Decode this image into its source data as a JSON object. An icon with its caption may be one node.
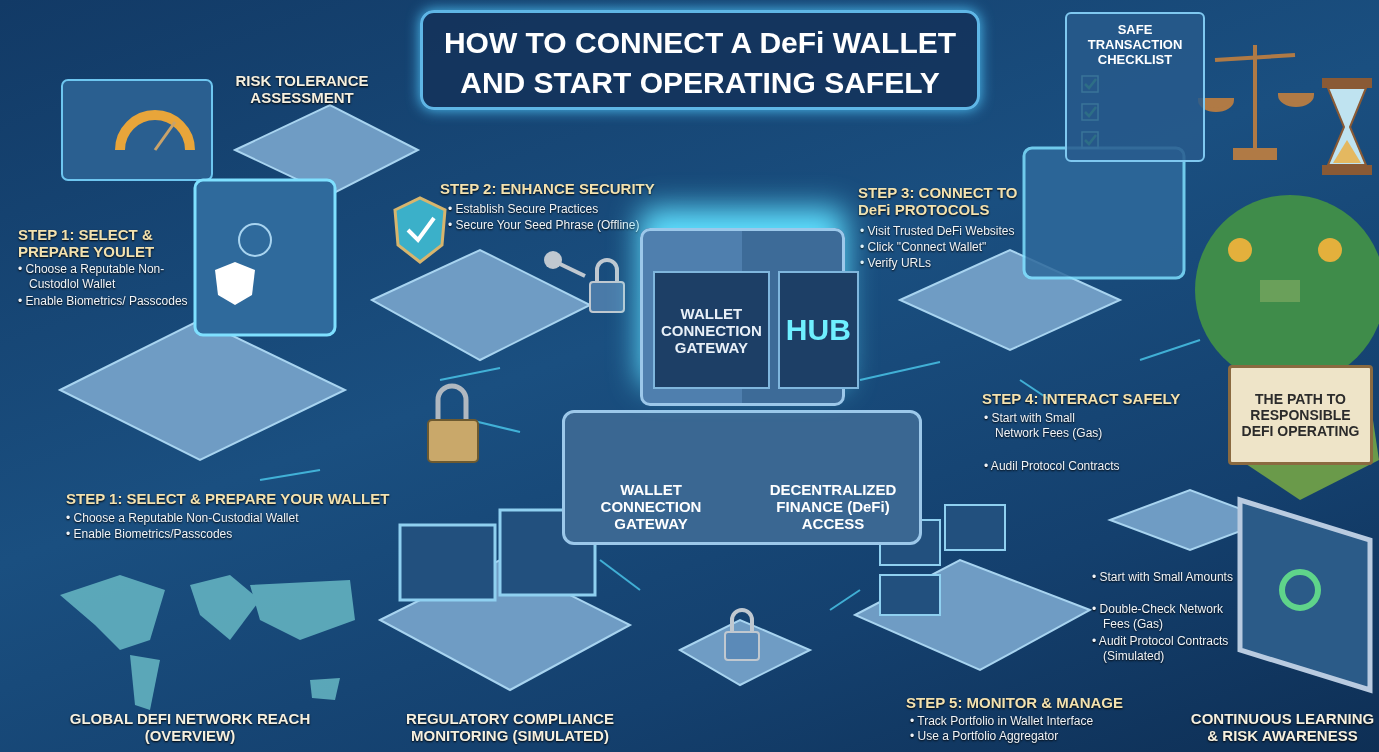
{
  "diagram": {
    "title": "HOW TO CONNECT A DeFi WALLET AND START OPERATING SAFELY",
    "nodes": [
      {
        "text": [
          "WALLET CONNECTION GATEWAY",
          "HUB"
        ]
      },
      {
        "text": [
          "WALLET CONNECTION GATEWAY",
          "DECENTRALIZED FINANCE (DeFi) ACCESS"
        ]
      },
      {
        "text": [
          "SAFE TRANSACTION CHECKLIST"
        ]
      },
      {
        "text": [
          "THE PATH TO RESPONSIBLE DEFI OPERATING"
        ]
      }
    ],
    "labels": [
      "RISK TOLERANCE ASSESSMENT",
      "STEP 1: SELECT & PREPARE YOULET",
      "• Choose a Reputable Non-Custodlol Wallet",
      "• Enable Biometrics/ Passcodes",
      "STEP 2: ENHANCE SECURITY",
      "• Establish Secure Practices",
      "• Secure Your Seed Phrase (Offline)",
      "STEP 3: CONNECT TO DeFi PROTOCOLS",
      "• Visit Trusted DeFi Websites",
      "• Click \"Connect Wallet\"",
      "• Verify URLs",
      "STEP 4: INTERACT SAFELY",
      "• Start with Small Network Fees (Gas)",
      "• Audil Protocol Contracts",
      "STEP 1: SELECT & PREPARE YOUR WALLET",
      "• Choose a Reputable Non-Custodial Wallet",
      "• Enable Biometrics/Passcodes",
      "• Start with Small Amounts",
      "• Double-Check Network Fees (Gas)",
      "• Audit Protocol Contracts (Simulated)",
      "GLOBAL DEFI NETWORK REACH (OVERVIEW)",
      "REGULATORY COMPLIANCE MONITORING (SIMULATED)",
      "STEP 5: MONITOR & MANAGE",
      "• Track Portfolio in Wallet Interface",
      "• Use a Portfolio Aggregator",
      "CONTINUOUS LEARNING & RISK AWARENESS"
    ]
  }
}
